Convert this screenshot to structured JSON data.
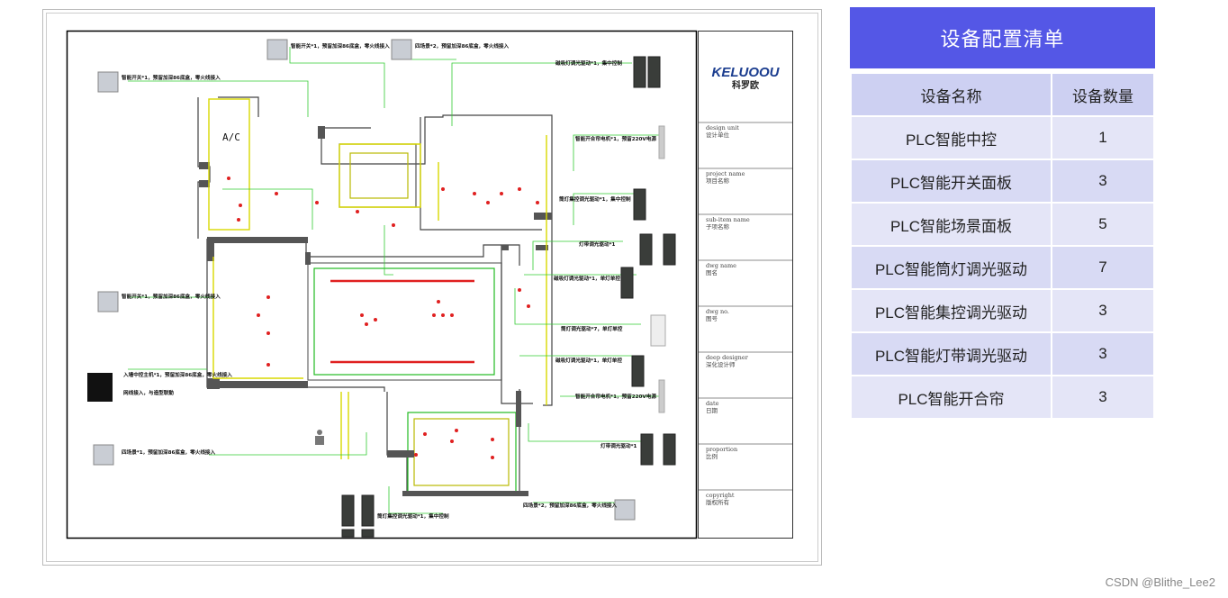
{
  "floorplan": {
    "brand_logo": "KELUOOU",
    "brand_cn": "科罗欧",
    "room_label": "A/C",
    "title_block": [
      {
        "en": "design unit",
        "cn": "设计单位"
      },
      {
        "en": "project name",
        "cn": "项目名称"
      },
      {
        "en": "sub-item name",
        "cn": "子项名称"
      },
      {
        "en": "dwg name",
        "cn": "图名"
      },
      {
        "en": "dwg no.",
        "cn": "图号"
      },
      {
        "en": "deep designer",
        "cn": "深化设计师"
      },
      {
        "en": "date",
        "cn": "日期"
      },
      {
        "en": "proportion",
        "cn": "比例"
      },
      {
        "en": "copyright",
        "cn": "版权所有"
      }
    ],
    "annotations": {
      "a1": "智能开关*1，预留加深86底盒，零火线接入",
      "a2": "四场景*2，预留加深86底盒，零火线接入",
      "a3": "智能开关*1，预留加深86底盒，零火线接入",
      "a4": "磁吸灯调光驱动*1，集中控制",
      "a5": "智能开合帘电机*1，预留220V电源",
      "a6": "筒灯集控调光驱动*1，集中控制",
      "a7": "灯带调光驱动*1",
      "a8": "智能开关*1，预留加深86底盒，零火线接入",
      "a9": "磁吸灯调光驱动*1，单灯单控",
      "a10": "入墙中控主机*1，预留加深86底盒，零火线接入",
      "a11": "网线接入，与造型联動",
      "a12": "筒灯调光驱动*7，单灯单控",
      "a13": "磁吸灯调光驱动*1，单灯单控",
      "a14": "智能开合帘电机*1，预留220V电源",
      "a15": "灯带调光驱动*1",
      "a16": "四场景*1，预留加深86底盒，零火线接入",
      "a17": "四场景*2，预留加深86底盒，零火线接入",
      "a18": "筒灯集控调光驱动*1，集中控制"
    }
  },
  "equipment": {
    "title": "设备配置清单",
    "headers": [
      "设备名称",
      "设备数量"
    ],
    "rows": [
      {
        "name": "PLC智能中控",
        "qty": "1"
      },
      {
        "name": "PLC智能开关面板",
        "qty": "3"
      },
      {
        "name": "PLC智能场景面板",
        "qty": "5"
      },
      {
        "name": "PLC智能筒灯调光驱动",
        "qty": "7"
      },
      {
        "name": "PLC智能集控调光驱动",
        "qty": "3"
      },
      {
        "name": "PLC智能灯带调光驱动",
        "qty": "3"
      },
      {
        "name": "PLC智能开合帘",
        "qty": "3"
      }
    ]
  },
  "watermark": "CSDN @Blithe_Lee2",
  "colors": {
    "header_bar": "#5457e6",
    "table_header": "#cdd0f2",
    "row_a": "#e4e5f7",
    "row_b": "#d8daf4",
    "wall": "#555555",
    "lines_green": "#33cc33",
    "lines_yellow": "#d8d800",
    "lights_red": "#e02020"
  }
}
